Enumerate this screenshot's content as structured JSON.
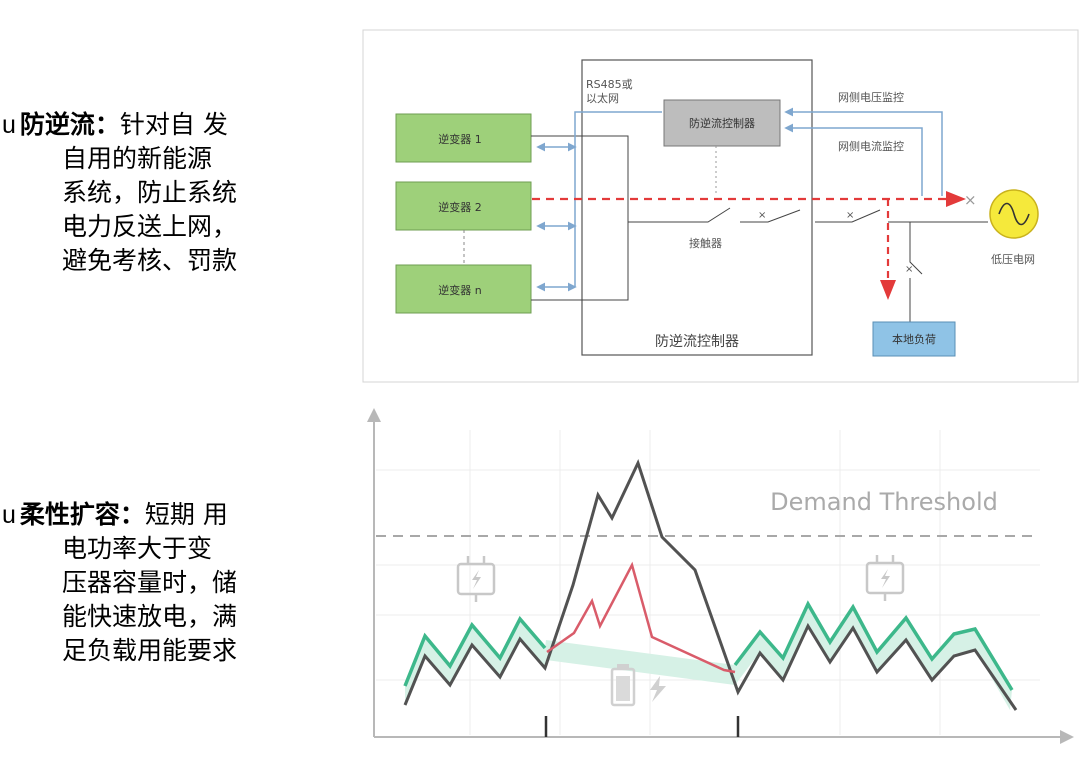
{
  "bullets": [
    {
      "marker": "u",
      "heading": "防逆流：",
      "lines": [
        "针对自 发",
        "自用的新能源",
        "系统，防止系统",
        "电力反送上网，",
        "避免考核、罚款"
      ]
    },
    {
      "marker": "u",
      "heading": "柔性扩容：",
      "lines": [
        "短期 用",
        "电功率大于变",
        "压器容量时，储",
        "能快速放电，满",
        "足负载用能要求"
      ]
    }
  ],
  "diagram": {
    "inverters": [
      "逆变器 1",
      "逆变器 2",
      "逆变器 n"
    ],
    "comm_label_line1": "RS485或",
    "comm_label_line2": "以太网",
    "controller_box": "防逆流控制器",
    "controller_frame_label": "防逆流控制器",
    "grid_voltage_monitor": "网侧电压监控",
    "grid_current_monitor": "网侧电流监控",
    "contactor": "接触器",
    "grid": "低压电网",
    "local_load": "本地负荷"
  },
  "chart": {
    "threshold_label": "Demand Threshold",
    "colors": {
      "total_load": "#505050",
      "green_band": "#3db88b",
      "battery": "#d95c6a",
      "threshold": "#a8a8a8",
      "axis": "#b8b8b8"
    },
    "icons": [
      "plug-icon",
      "battery-icon",
      "lightning-icon"
    ]
  }
}
